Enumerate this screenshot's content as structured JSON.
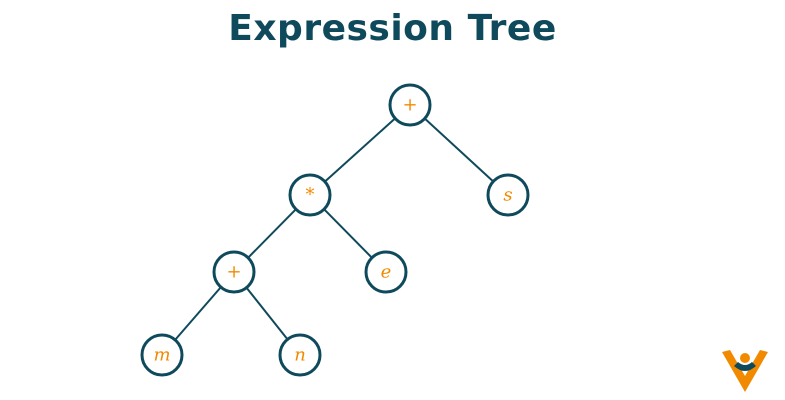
{
  "title": "Expression Tree",
  "colors": {
    "primary": "#0f4a5c",
    "accent": "#f28a00",
    "background": "#ffffff"
  },
  "tree": {
    "nodes": [
      {
        "id": "root",
        "label": "+"
      },
      {
        "id": "times",
        "label": "*"
      },
      {
        "id": "s",
        "label": "s"
      },
      {
        "id": "plus2",
        "label": "+"
      },
      {
        "id": "e",
        "label": "e"
      },
      {
        "id": "m",
        "label": "m"
      },
      {
        "id": "n",
        "label": "n"
      }
    ],
    "edges": [
      [
        "root",
        "times"
      ],
      [
        "root",
        "s"
      ],
      [
        "times",
        "plus2"
      ],
      [
        "times",
        "e"
      ],
      [
        "plus2",
        "m"
      ],
      [
        "plus2",
        "n"
      ]
    ]
  },
  "logo": {
    "icon": "person-check-logo"
  }
}
